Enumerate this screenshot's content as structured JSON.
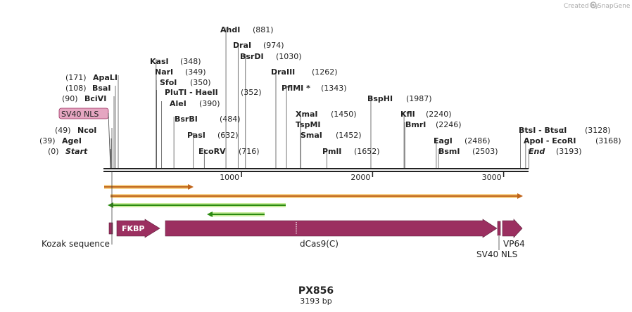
{
  "credit": {
    "prefix": "Created by",
    "brand": "SnapGene"
  },
  "plasmid": {
    "name": "PX856",
    "length_label": "3193 bp",
    "total_bp": 3193
  },
  "ruler": {
    "ticks": [
      {
        "bp": 1000,
        "label": "1000"
      },
      {
        "bp": 2000,
        "label": "2000"
      },
      {
        "bp": 3000,
        "label": "3000"
      }
    ]
  },
  "sites": [
    {
      "name": "Start",
      "pos_label": "(0)",
      "bp": 0,
      "italic": true
    },
    {
      "name": "AgeI",
      "pos_label": "(39)",
      "bp": 39
    },
    {
      "name": "NcoI",
      "pos_label": "(49)",
      "bp": 49
    },
    {
      "name": "BciVI",
      "pos_label": "(90)",
      "bp": 90
    },
    {
      "name": "BsaI",
      "pos_label": "(108)",
      "bp": 108
    },
    {
      "name": "ApaLI",
      "pos_label": "(171)",
      "bp": 171
    },
    {
      "name": "KasI",
      "pos_label": "(348)",
      "bp": 348
    },
    {
      "name": "NarI",
      "pos_label": "(349)",
      "bp": 349
    },
    {
      "name": "SfoI",
      "pos_label": "(350)",
      "bp": 350
    },
    {
      "name": "PluTI - HaeII",
      "pos_label": "(352)",
      "bp": 352
    },
    {
      "name": "AleI",
      "pos_label": "(390)",
      "bp": 390
    },
    {
      "name": "BsrBI",
      "pos_label": "(484)",
      "bp": 484
    },
    {
      "name": "PasI",
      "pos_label": "(632)",
      "bp": 632
    },
    {
      "name": "EcoRV",
      "pos_label": "(716)",
      "bp": 716
    },
    {
      "name": "AhdI",
      "pos_label": "(881)",
      "bp": 881
    },
    {
      "name": "DraI",
      "pos_label": "(974)",
      "bp": 974
    },
    {
      "name": "BsrDI",
      "pos_label": "(1030)",
      "bp": 1030
    },
    {
      "name": "DraIII",
      "pos_label": "(1262)",
      "bp": 1262
    },
    {
      "name": "PflMI *",
      "pos_label": "(1343)",
      "bp": 1343
    },
    {
      "name": "XmaI",
      "pos_label": "(1450)",
      "bp": 1450
    },
    {
      "name": "TspMI",
      "pos_label": "",
      "bp": 1450
    },
    {
      "name": "SmaI",
      "pos_label": "(1452)",
      "bp": 1452
    },
    {
      "name": "PmlI",
      "pos_label": "(1652)",
      "bp": 1652
    },
    {
      "name": "BspHI",
      "pos_label": "(1987)",
      "bp": 1987
    },
    {
      "name": "KflI",
      "pos_label": "(2240)",
      "bp": 2240
    },
    {
      "name": "BmrI",
      "pos_label": "(2246)",
      "bp": 2246
    },
    {
      "name": "EagI",
      "pos_label": "(2486)",
      "bp": 2486
    },
    {
      "name": "BsmI",
      "pos_label": "(2503)",
      "bp": 2503
    },
    {
      "name": "BtsI - BtsαI",
      "pos_label": "(3128)",
      "bp": 3128
    },
    {
      "name": "ApoI - EcoRI",
      "pos_label": "(3168)",
      "bp": 3168
    },
    {
      "name": "End",
      "pos_label": "(3193)",
      "bp": 3193,
      "italic": true
    }
  ],
  "features": {
    "sv40_nls_box": "SV40 NLS",
    "fkbp": "FKBP",
    "kozak": "Kozak sequence",
    "dcas9": "dCas9(C)",
    "sv40_nls_bottom": "SV40 NLS",
    "vp64": "VP64"
  },
  "colors": {
    "feature": "#9b2f60",
    "orf_orange": "#c0651a",
    "orf_orange_glow": "#f6d089",
    "primer_green": "#2a8a10",
    "primer_green_glow": "#c8ec9a",
    "nls_fill": "#e5a6c1"
  }
}
